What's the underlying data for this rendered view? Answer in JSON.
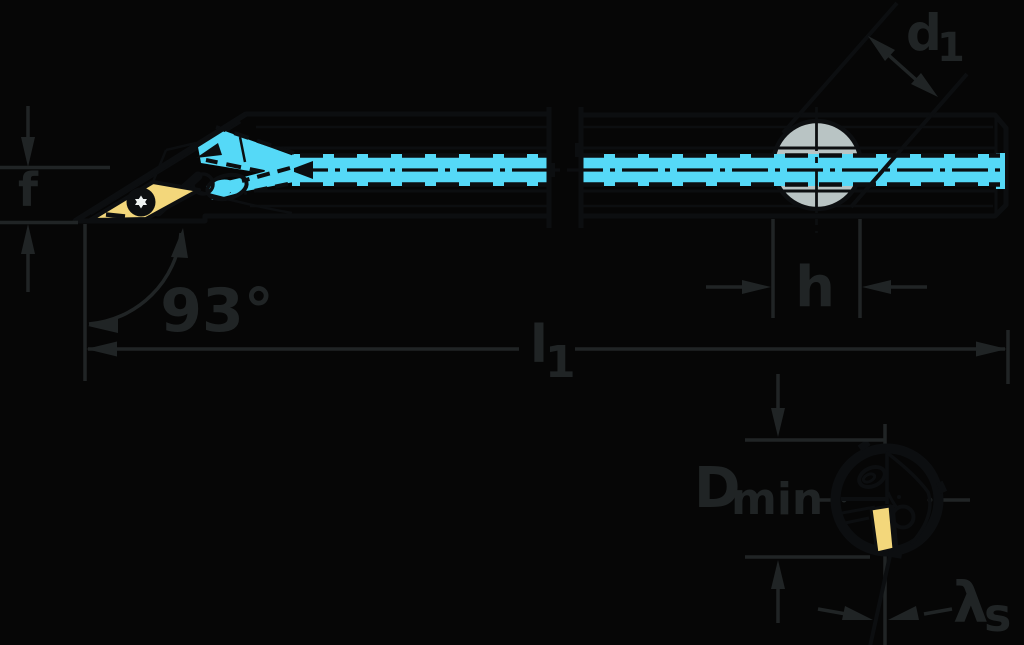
{
  "diagram": {
    "type": "technical-drawing",
    "subject": "Boring bar with internal coolant supply — side view with break, tip detail and end view",
    "labels": {
      "f": "f",
      "approach_angle": "93°",
      "l_base": "l",
      "l_sub": "1",
      "h": "h",
      "d_base": "d",
      "d_sub": "1",
      "D_base": "D",
      "D_sub": "min",
      "lambda_base": "λ",
      "lambda_sub": "s"
    },
    "colors": {
      "bg": "#060606",
      "body_fill": "#dee5e4",
      "highlight": "#eef2f1",
      "edge_light": "#c7d1d0",
      "coolant": "#55d9f7",
      "insert": "#f3d77b",
      "hole_gray": "#b9c4c4",
      "outline": "#0c0e10",
      "dim": "#202425",
      "screw_star": "#eef2f1"
    }
  }
}
